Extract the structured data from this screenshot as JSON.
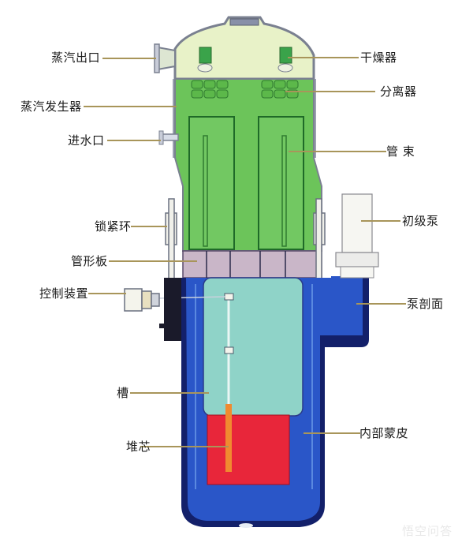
{
  "diagram": {
    "title": "",
    "subject": "nuclear reactor / steam generator cross-section",
    "colors": {
      "steam_generator_green": "#6cc45a",
      "dome_pale": "#e8f2c8",
      "tube_sheet": "#c9b6c8",
      "vessel_blue": "#2a56c8",
      "vessel_dark": "#13206a",
      "tank_cyan": "#8fd3c8",
      "core_red": "#e8263a",
      "rod_orange": "#f08a30",
      "leader_line": "#a8955a",
      "pump_white": "#f4f4ec"
    },
    "labels_left": [
      {
        "id": "steam-outlet",
        "text": "蒸汽出口"
      },
      {
        "id": "steam-generator",
        "text": "蒸汽发生器"
      },
      {
        "id": "water-inlet",
        "text": "进水口"
      },
      {
        "id": "lock-ring",
        "text": "锁紧环"
      },
      {
        "id": "tube-sheet",
        "text": "管形板"
      },
      {
        "id": "control-device",
        "text": "控制装置"
      },
      {
        "id": "tank",
        "text": "槽"
      },
      {
        "id": "core",
        "text": "堆芯"
      }
    ],
    "labels_right": [
      {
        "id": "dryer",
        "text": "干燥器"
      },
      {
        "id": "separator",
        "text": "分离器"
      },
      {
        "id": "tube-bundle",
        "text": "管 束"
      },
      {
        "id": "primary-pump",
        "text": "初级泵"
      },
      {
        "id": "pump-section",
        "text": "泵剖面"
      },
      {
        "id": "inner-skin",
        "text": "内部蒙皮"
      }
    ]
  },
  "watermark": {
    "text": "悟空问答"
  }
}
